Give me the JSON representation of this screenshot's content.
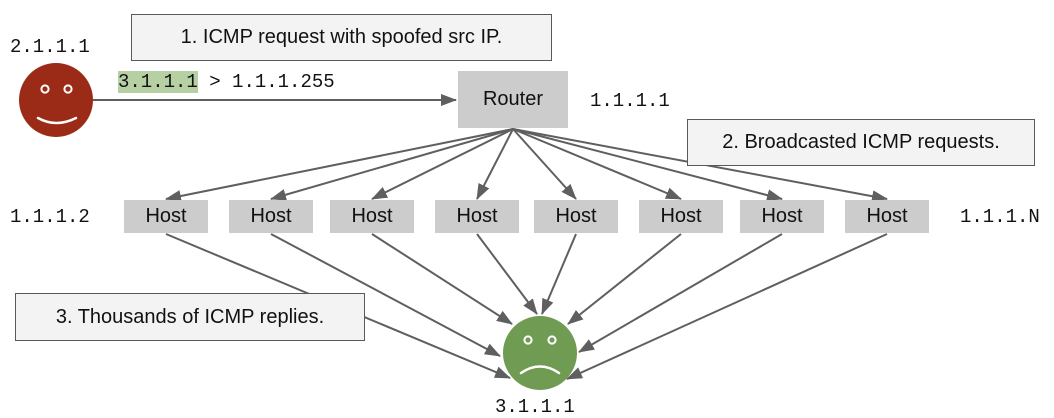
{
  "callouts": {
    "step1": "1. ICMP request with spoofed src IP.",
    "step2": "2. Broadcasted ICMP requests.",
    "step3": "3. Thousands of ICMP replies."
  },
  "attacker": {
    "ip": "2.1.1.1",
    "face": "happy-face",
    "color": "#9b2a16"
  },
  "packet": {
    "spoofed_src": "3.1.1.1",
    "separator": ">",
    "dst": "1.1.1.255",
    "highlight_color": "#b6d0a4"
  },
  "router": {
    "label": "Router",
    "ip": "1.1.1.1"
  },
  "hosts": {
    "label": "Host",
    "count": 8,
    "first_ip": "1.1.1.2",
    "last_ip": "1.1.1.N",
    "items": [
      "Host",
      "Host",
      "Host",
      "Host",
      "Host",
      "Host",
      "Host",
      "Host"
    ]
  },
  "victim": {
    "ip": "3.1.1.1",
    "face": "sad-face",
    "color": "#6f9b52"
  },
  "colors": {
    "arrow": "#5f5f5f",
    "node_fill": "#cccccc",
    "callout_fill": "#f3f3f3"
  }
}
